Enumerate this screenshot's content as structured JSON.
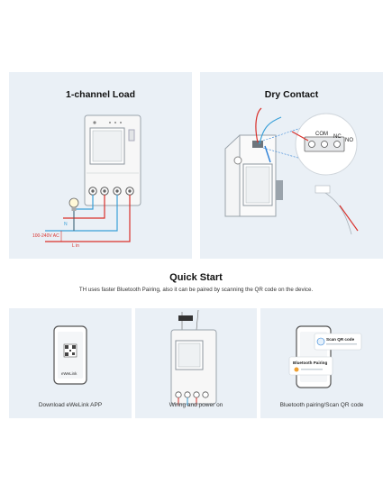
{
  "panels": {
    "load": {
      "title": "1-channel Load",
      "label_n": "N",
      "label_ac": "100-240V AC",
      "label_lin": "L in"
    },
    "dry": {
      "title": "Dry Contact",
      "label_com": "COM",
      "label_nc": "NC",
      "label_no": "NO"
    }
  },
  "quick_start": {
    "title": "Quick Start",
    "subtitle": "TH uses faster Bluetooth Pairing, also it can be paired by scanning the QR code on the device."
  },
  "steps": [
    {
      "caption": "Download eWeLink APP",
      "brand": "eWeLink"
    },
    {
      "caption": "Wiring and power on"
    },
    {
      "caption": "Bluetooth pairing/Scan QR code",
      "popup_scan": "Scan QR code",
      "popup_bt": "Bluetooth Pairing"
    }
  ],
  "colors": {
    "panel_bg": "#eaf0f6",
    "wire_red": "#d9302b",
    "wire_blue": "#3aa0d8",
    "accent_blue": "#2b7fd6"
  }
}
